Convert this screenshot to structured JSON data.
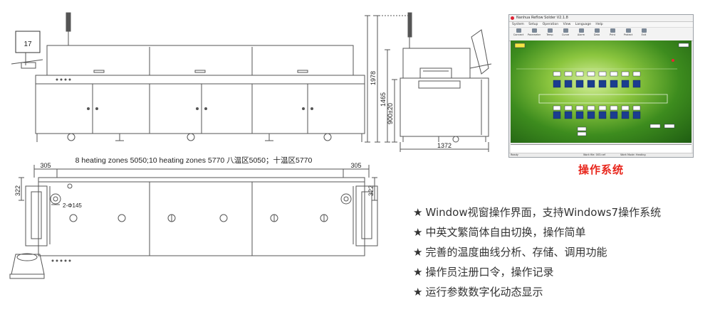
{
  "drawing": {
    "zones_caption": "8 heating zones 5050;10 heating zones 5770  八温区5050；十温区5770",
    "dims": {
      "overall_height": "1978",
      "body_height": "1465",
      "conveyor_height": "900±20",
      "depth": "1372",
      "end_length_left": "305",
      "end_length_right": "305",
      "end_width_left": "322",
      "end_width_right": "322",
      "hole_callout": "2-Φ145"
    },
    "monitor_label": "17"
  },
  "screenshot": {
    "window_title": "Nanhua Reflow Solder  V2.1.8",
    "menu": [
      "System",
      "Setup",
      "Operation",
      "View",
      "Language",
      "Help"
    ],
    "toolbar": [
      "Connect",
      "Parameter",
      "Temp",
      "Curve",
      "Alarm",
      "Data",
      "Print",
      "Protect",
      "Exit"
    ],
    "status_text": "Ready",
    "status_mid": "Work file: 003.rwf",
    "status_right": "Work Mode: Heating"
  },
  "caption": "操作系统",
  "features": [
    "Window视窗操作界面，支持Windows7操作系统",
    "中英文繁简体自由切换，操作简单",
    "完善的温度曲线分析、存储、调用功能",
    "操作员注册口令，操作记录",
    "运行参数数字化动态显示"
  ],
  "bullet": "★"
}
